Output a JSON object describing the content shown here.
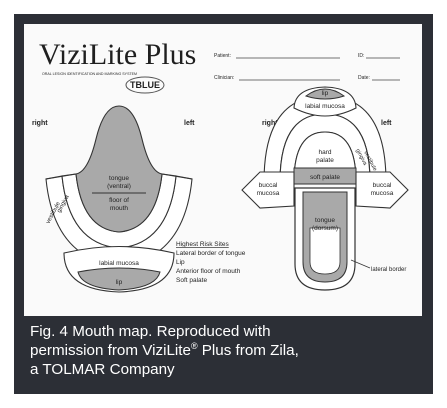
{
  "brand": {
    "logo_text": "ViziLite Plus",
    "logo_tagline": "ORAL LESION IDENTIFICATION AND MARKING SYSTEM",
    "maker_mark": "TBLUE"
  },
  "form_fields": {
    "patient": "Patient:",
    "id": "ID:",
    "clinician": "Clinician:",
    "date": "Date:"
  },
  "left_view": {
    "side_right": "right",
    "side_left": "left",
    "tongue_ventral": [
      "tongue",
      "(ventral)"
    ],
    "floor_of_mouth": [
      "floor of",
      "mouth"
    ],
    "gingiva": "gingiva",
    "vestibule": "vestibule",
    "labial_mucosa": "labial mucosa",
    "lip": "lip"
  },
  "right_view": {
    "side_right": "right",
    "side_left": "left",
    "lip": "lip",
    "labial_mucosa": "labial mucosa",
    "vestibule": "vestibule",
    "gingiva": "gingiva",
    "hard_palate": [
      "hard",
      "palate"
    ],
    "soft_palate": "soft palate",
    "buccal_mucosa_left": [
      "buccal",
      "mucosa"
    ],
    "buccal_mucosa_right": [
      "buccal",
      "mucosa"
    ],
    "tongue_dorsum": [
      "tongue",
      "(dorsum)"
    ],
    "lateral_border": "lateral border"
  },
  "risk_sites": {
    "title": "Highest Risk Sites",
    "items": [
      "Lateral border of tongue",
      "Lip",
      "Anterior floor of mouth",
      "Soft palate"
    ]
  },
  "caption": {
    "line1": "Fig. 4  Mouth map. Reproduced with",
    "line2_before": "permission from ViziLite",
    "line2_sup": "®",
    "line2_after": " Plus from Zila,",
    "line3": "a TOLMAR Company"
  },
  "colors": {
    "frame": "#2c2f36",
    "paper": "#fafafa",
    "region_gray": "#a9a9a9",
    "outline": "#333333",
    "caption_text": "#ffffff"
  }
}
